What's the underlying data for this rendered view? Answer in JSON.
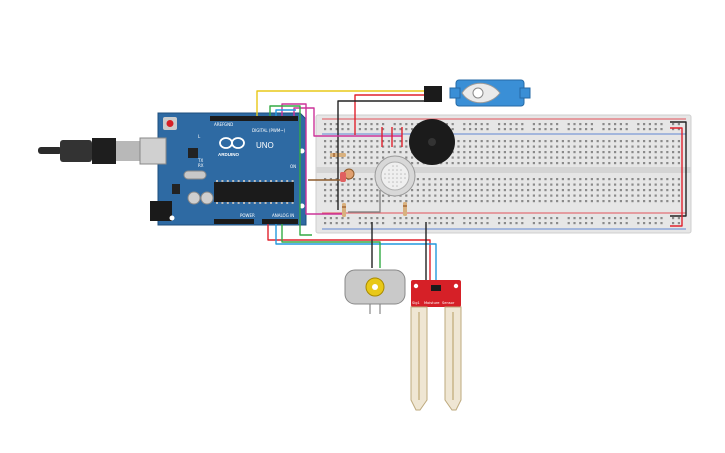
{
  "arduino": {
    "model": "UNO",
    "brand": "ARDUINO",
    "digital_label": "DIGITAL (PWM~)",
    "power_label": "POWER",
    "analog_label": "ANALOG IN",
    "aref": "AREF",
    "gnd": "GND",
    "tx": "TX",
    "rx": "RX",
    "l": "L",
    "on": "ON"
  },
  "soil_sensor": {
    "pin1": "Sig1",
    "pin2": "Moisture",
    "pin3": "Sensor"
  },
  "wire_colors": {
    "red": "#e0222d",
    "black": "#222222",
    "yellow": "#e8c818",
    "magenta": "#cc3399",
    "green": "#33aa44",
    "blue": "#2299dd",
    "brown": "#8b5a2b",
    "grey": "#888888",
    "orange": "#e87722"
  },
  "colors": {
    "board": "#2e6aa3",
    "breadboard": "#e6e6e6",
    "sensor_pcb": "#d62027",
    "servo": "#3a8fd6"
  }
}
